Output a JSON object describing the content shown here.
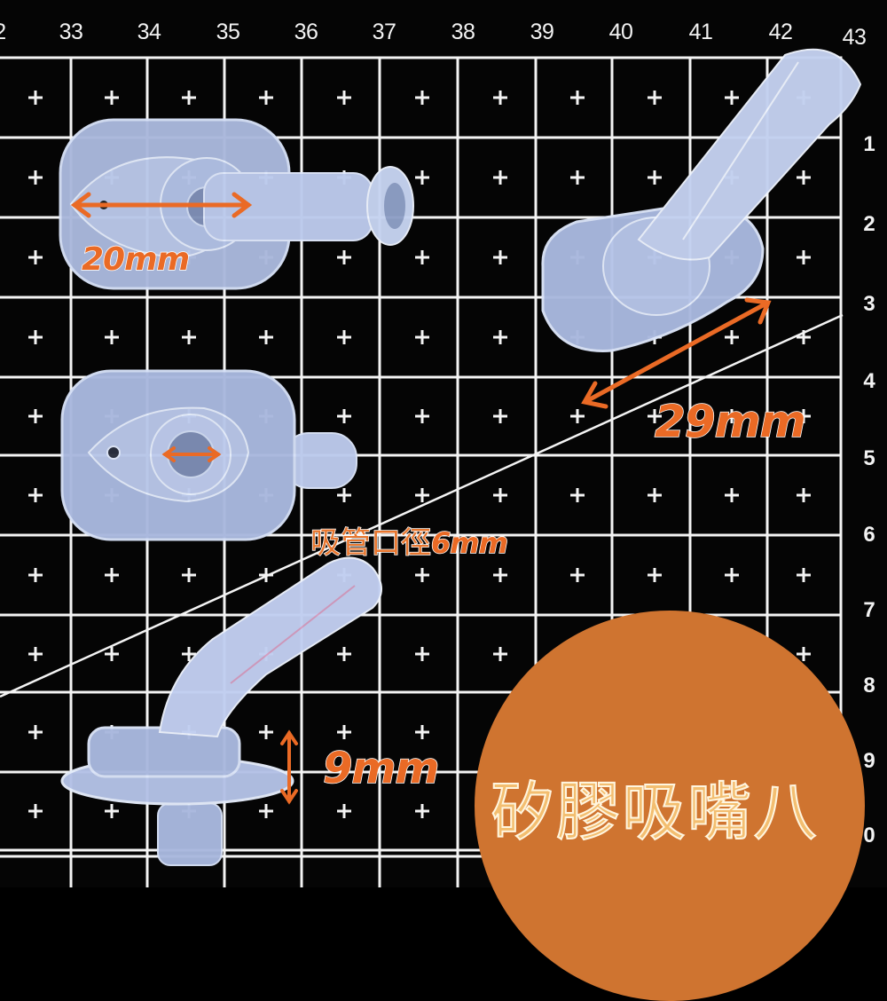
{
  "ruler": {
    "top_labels": [
      "2",
      "33",
      "34",
      "35",
      "36",
      "37",
      "38",
      "39",
      "40",
      "41",
      "42",
      "43"
    ],
    "right_labels": [
      "1",
      "2",
      "3",
      "4",
      "5",
      "6",
      "7",
      "8",
      "9",
      "0"
    ]
  },
  "products": [
    {
      "name": "Top view mouthpiece (straight)",
      "measurement": "20mm"
    },
    {
      "name": "Angled view mouthpiece",
      "measurement": "29mm"
    },
    {
      "name": "Underside view mouthpiece",
      "measurement": ""
    },
    {
      "name": "Side view bent straw mouthpiece",
      "measurement": "9mm"
    }
  ],
  "labels": {
    "width_20": "20mm",
    "length_29": "29mm",
    "straw_diameter_prefix": "吸管口徑",
    "straw_diameter_value": "6mm",
    "height_9": "9mm"
  },
  "badge": {
    "title": "矽膠吸嘴八",
    "color": "#cf7430",
    "text_color": "#f3be70"
  },
  "colors": {
    "background": "#050505",
    "grid": "#f4f4f4",
    "accent_orange": "#ea6a25",
    "silicone": "#b8c8ea"
  }
}
